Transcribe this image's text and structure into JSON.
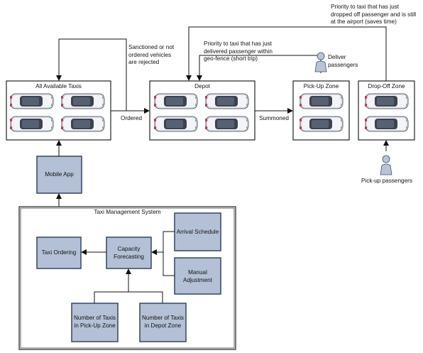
{
  "zones": {
    "all_taxis": "All Available Taxis",
    "depot": "Depot",
    "pickup": "Pick-Up Zone",
    "dropoff": "Drop-Off Zone"
  },
  "flows": {
    "ordered": "Ordered",
    "summoned": "Summoned"
  },
  "notes": {
    "rejected": "Sanctioned or not ordered vehicles are rejected",
    "priority_short_trip": "Priority to taxi that has just delivered passenger within geo-fence (short trip)",
    "priority_airport": "Priority to taxi that has just dropped off passenger and is still at the airport (saves time)",
    "deliver_passengers": "Deliver passengers",
    "pickup_passengers": "Pick-up passengers"
  },
  "mobile_app": "Mobile App",
  "tms": {
    "title": "Taxi Management System",
    "taxi_ordering": "Taxi Ordering",
    "capacity_forecasting": "Capacity Forecasting",
    "arrival_schedule": "Arrival Schedule",
    "manual_adjustment": "Manual Adjustment",
    "taxis_pickup": "Number of Taxis in Pick-Up Zone",
    "taxis_depot": "Number of Taxis in Depot Zone"
  },
  "colors": {
    "box_fill": "#b4c0d5",
    "box_stroke": "#3d4f6b",
    "car_body": "#3b4250",
    "car_light": "#c23b5c",
    "person": "#b9c4d6"
  },
  "icons": [
    "taxi-icon",
    "person-icon"
  ]
}
